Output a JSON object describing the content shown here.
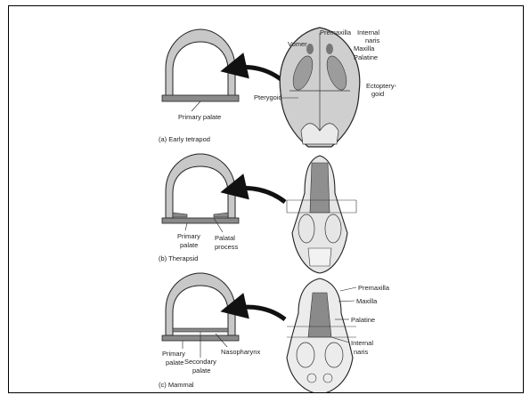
{
  "panels": [
    {
      "caption": "(a) Early tetrapod",
      "cross_section": {
        "labels": [
          "Primary palate"
        ]
      },
      "skull": {
        "labels": [
          "Vomer",
          "Premaxilla",
          "Internal",
          "naris",
          "Maxilla",
          "Palatine",
          "Ectoptery-",
          "goid",
          "Pterygoid"
        ]
      }
    },
    {
      "caption": "(b) Therapsid",
      "cross_section": {
        "labels": [
          "Primary",
          "palate",
          "Palatal",
          "process"
        ]
      },
      "skull": {
        "labels": []
      }
    },
    {
      "caption": "(c) Mammal",
      "cross_section": {
        "labels": [
          "Primary",
          "palate",
          "Secondary",
          "palate",
          "Nasopharynx"
        ]
      },
      "skull": {
        "labels": [
          "Premaxilla",
          "Maxilla",
          "Palatine",
          "Internal",
          "naris"
        ]
      }
    }
  ],
  "colors": {
    "bone_fill": "#c8c8c8",
    "palate_fill": "#8a8a8a",
    "line": "#222222",
    "arrow": "#111111"
  }
}
